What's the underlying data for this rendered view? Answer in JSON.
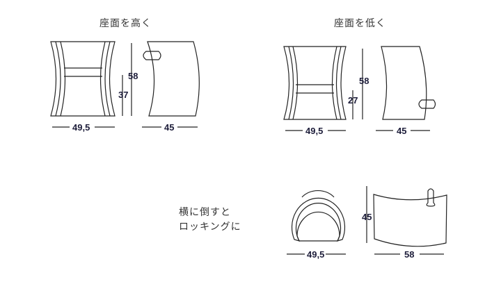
{
  "high_seat": {
    "title": "座面を高く",
    "front_width": "49,5",
    "total_height": "58",
    "seat_height": "37",
    "side_depth": "45"
  },
  "low_seat": {
    "title": "座面を低く",
    "front_width": "49,5",
    "total_height": "58",
    "seat_height": "27",
    "side_depth": "45"
  },
  "rocking": {
    "caption_line1": "横に倒すと",
    "caption_line2": "ロッキングに",
    "front_width": "49,5",
    "height": "45",
    "length": "58"
  }
}
